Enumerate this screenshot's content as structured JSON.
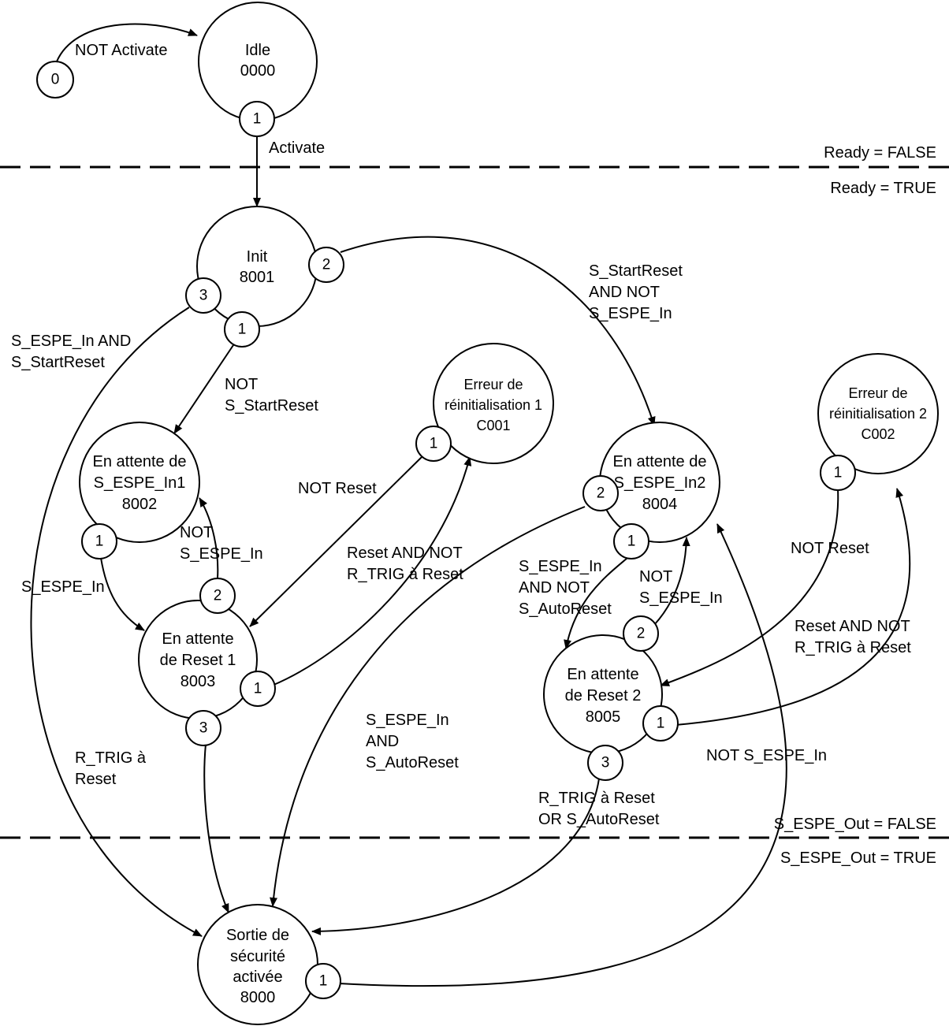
{
  "zones": {
    "ready_false": "Ready = FALSE",
    "ready_true": "Ready = TRUE",
    "out_false": "S_ESPE_Out = FALSE",
    "out_true": "S_ESPE_Out = TRUE"
  },
  "states": {
    "idle": [
      "Idle",
      "0000"
    ],
    "init": [
      "Init",
      "8001"
    ],
    "wait_in1": [
      "En attente de",
      "S_ESPE_In1",
      "8002"
    ],
    "wait_reset1": [
      "En attente",
      "de Reset 1",
      "8003"
    ],
    "error1": [
      "Erreur de",
      "réinitialisation 1",
      "C001"
    ],
    "wait_in2": [
      "En attente de",
      "S_ESPE_In2",
      "8004"
    ],
    "wait_reset2": [
      "En attente",
      "de Reset 2",
      "8005"
    ],
    "error2": [
      "Erreur de",
      "réinitialisation 2",
      "C002"
    ],
    "safe_out": [
      "Sortie de",
      "sécurité",
      "activée",
      "8000"
    ]
  },
  "ports": {
    "start": "0",
    "idle_1": "1",
    "init_1": "1",
    "init_2": "2",
    "init_3": "3",
    "in1_1": "1",
    "r1_1": "1",
    "r1_2": "2",
    "r1_3": "3",
    "e1_1": "1",
    "in2_1": "1",
    "in2_2": "2",
    "r2_1": "1",
    "r2_2": "2",
    "r2_3": "3",
    "e2_1": "1",
    "out_1": "1"
  },
  "transitions": {
    "not_activate": "NOT Activate",
    "activate": "Activate",
    "start_reset_not_in": [
      "S_StartReset",
      "AND NOT",
      "S_ESPE_In"
    ],
    "in_and_start_reset": [
      "S_ESPE_In AND",
      "S_StartReset"
    ],
    "not_start_reset": [
      "NOT",
      "S_StartReset"
    ],
    "not_reset_1": "NOT Reset",
    "not_in_1": [
      "NOT",
      "S_ESPE_In"
    ],
    "in_1": "S_ESPE_In",
    "reset_not_trig_1": [
      "Reset AND NOT",
      "R_TRIG à Reset"
    ],
    "rtrig_1": [
      "R_TRIG à",
      "Reset"
    ],
    "in_and_auto": [
      "S_ESPE_In",
      "AND",
      "S_AutoReset"
    ],
    "in_and_not_auto": [
      "S_ESPE_In",
      "AND NOT",
      "S_AutoReset"
    ],
    "not_in_2": [
      "NOT",
      "S_ESPE_In"
    ],
    "not_reset_2": "NOT Reset",
    "reset_not_trig_2": [
      "Reset AND NOT",
      "R_TRIG à Reset"
    ],
    "not_in_out": "NOT S_ESPE_In",
    "rtrig_or_auto": [
      "R_TRIG à Reset",
      "OR S_AutoReset"
    ]
  }
}
